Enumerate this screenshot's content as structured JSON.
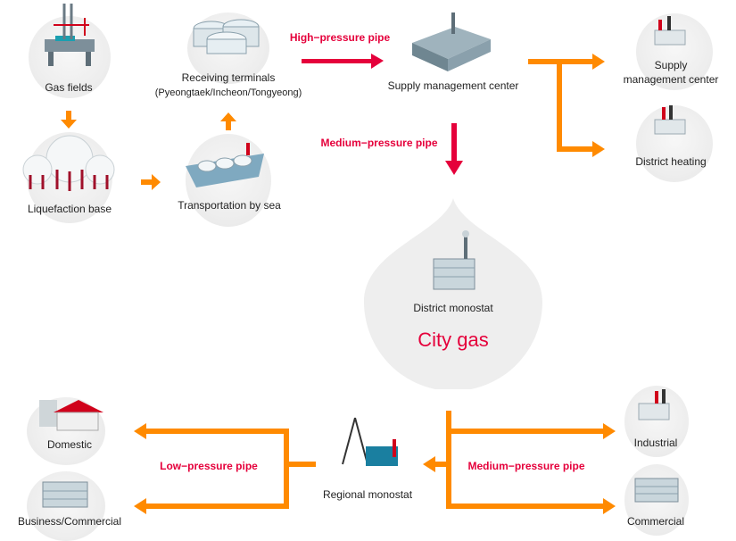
{
  "nodes": {
    "gas_fields": "Gas fields",
    "liquefaction_base": "Liquefaction base",
    "receiving_terminals": "Receiving terminals",
    "receiving_terminals_sub": "(Pyeongtaek/Incheon/Tongyeong)",
    "transportation_by_sea": "Transportation by sea",
    "supply_center_mid": "Supply management center",
    "supply_center_right_1": "Supply",
    "supply_center_right_2": "management center",
    "district_heating": "District heating",
    "district_monostat": "District monostat",
    "city_gas": "City gas",
    "domestic": "Domestic",
    "business_commercial": "Business/Commercial",
    "regional_monostat": "Regional monostat",
    "industrial": "Industrial",
    "commercial": "Commercial"
  },
  "pipes": {
    "high_pressure": "High−pressure pipe",
    "medium_pressure_top": "Medium−pressure pipe",
    "low_pressure": "Low−pressure pipe",
    "medium_pressure_bottom": "Medium−pressure pipe"
  },
  "colors": {
    "red_pipe": "#e5003b",
    "orange_pipe": "#ff8a00",
    "circle_bg": "#eeeeee"
  }
}
